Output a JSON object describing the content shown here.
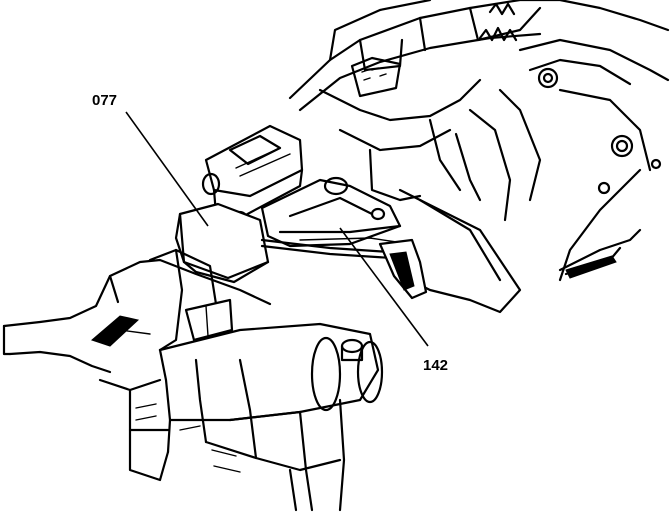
{
  "callouts": [
    {
      "id": "callout-077",
      "label": "077"
    },
    {
      "id": "callout-142",
      "label": "142"
    }
  ],
  "colors": {
    "ink": "#000000",
    "background": "#ffffff"
  }
}
